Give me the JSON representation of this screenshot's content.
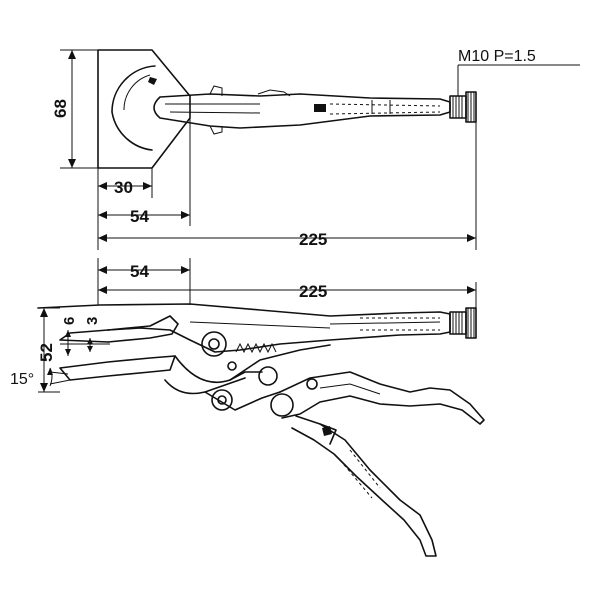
{
  "drawing": {
    "thread_label": "M10  P=1.5",
    "top_view": {
      "height_label": "68",
      "offset_label": "30",
      "jaw_label": "54",
      "length_label": "225"
    },
    "side_view": {
      "jaw_label": "54",
      "length_label": "225",
      "opening_6_label": "6",
      "opening_3_label": "3",
      "height_label": "52",
      "angle_label": "15°"
    }
  }
}
